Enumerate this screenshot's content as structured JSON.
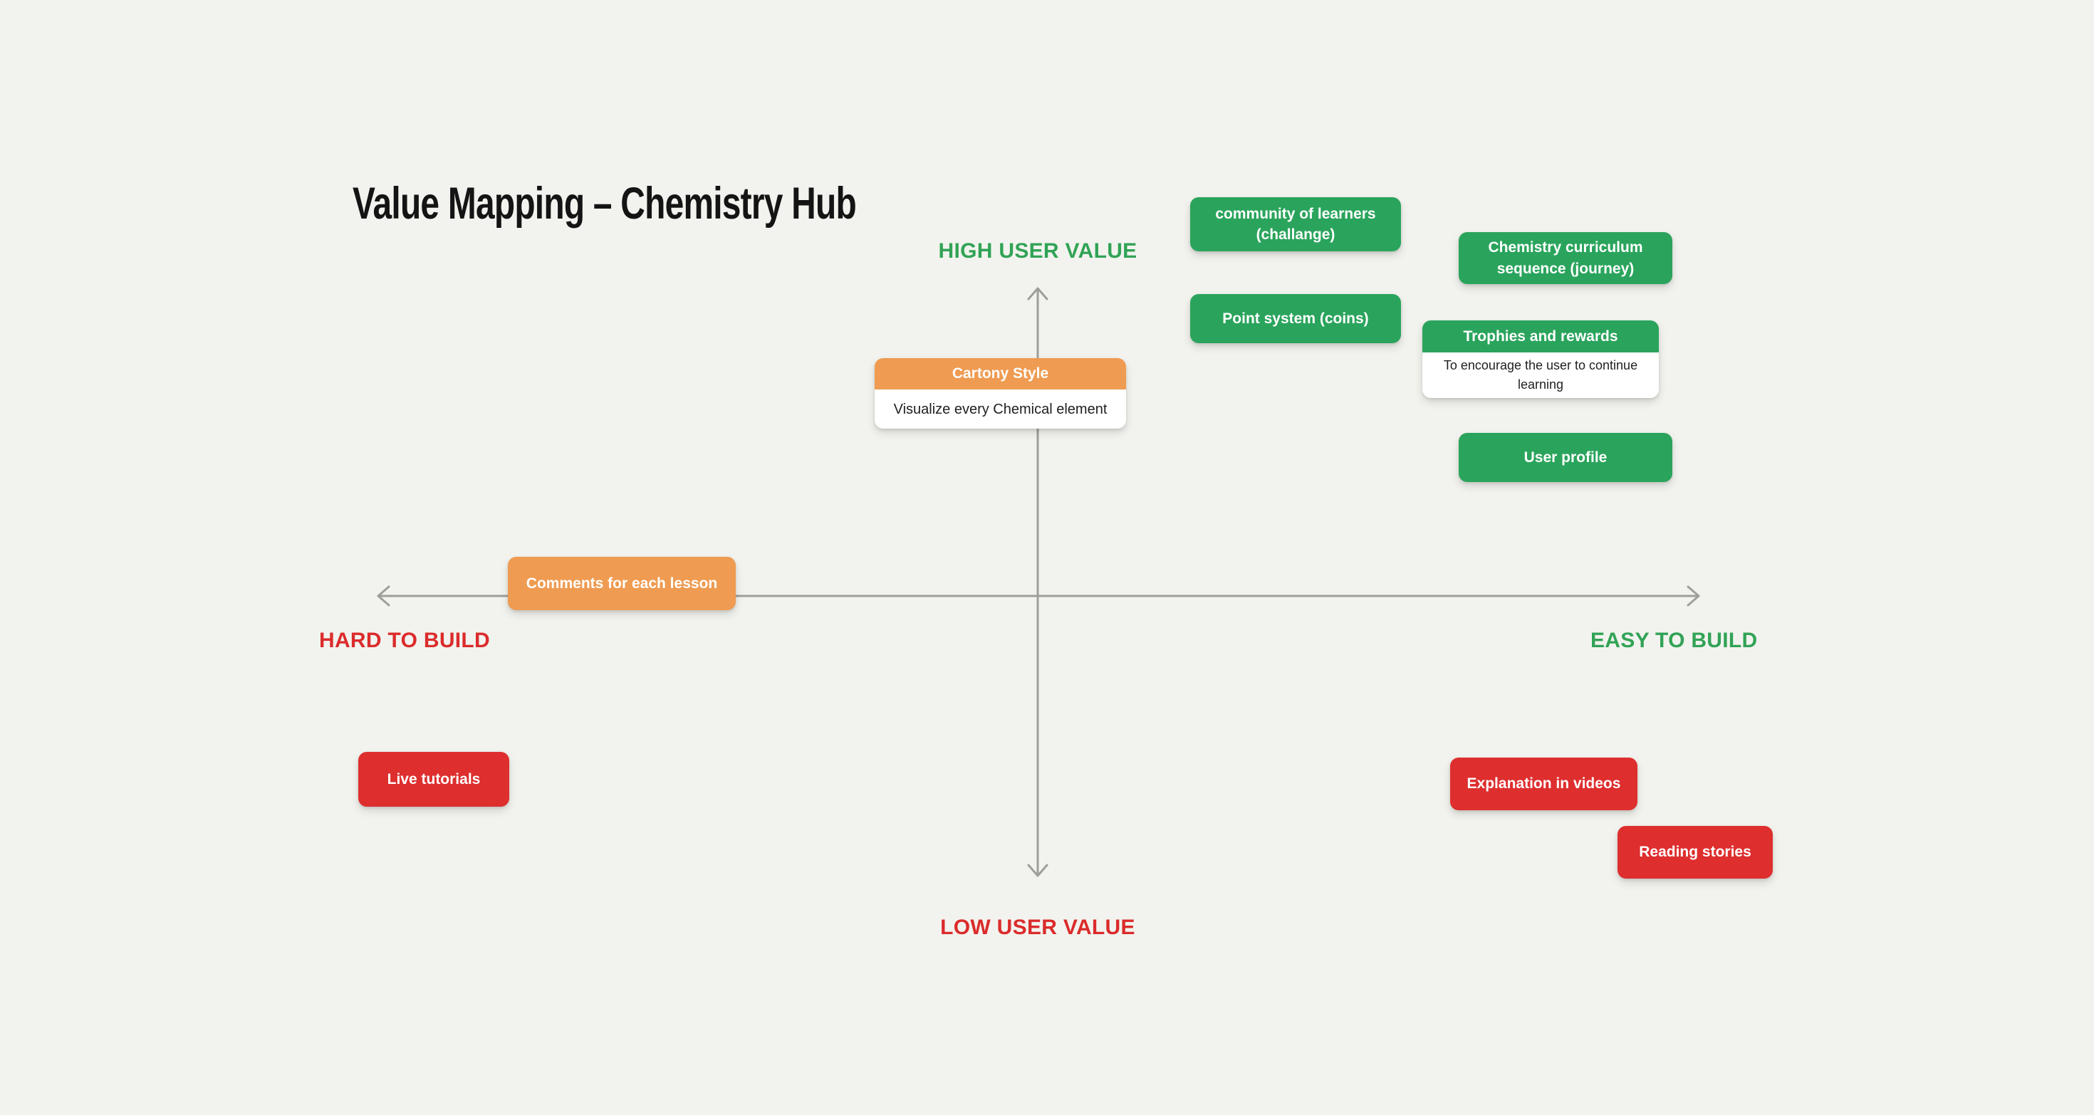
{
  "title": "Value Mapping – Chemistry Hub",
  "axis_labels": {
    "top": "HIGH USER VALUE",
    "bottom": "LOW USER VALUE",
    "left": "HARD TO BUILD",
    "right": "EASY TO BUILD"
  },
  "colors": {
    "background": "#F2F3EE",
    "card_green": "#2AA45C",
    "card_orange": "#EF9B51",
    "card_red": "#DE2E2E",
    "axis_line": "#9E9E9B",
    "label_green": "#31A356",
    "label_red": "#DB2B2B",
    "title_text": "#141414",
    "note_body_text": "#1F1F1F",
    "card_text": "#FFFFFF"
  },
  "cards": {
    "community": {
      "label": "community of learners\n(challange)"
    },
    "curriculum": {
      "label": "Chemistry curriculum\nsequence (journey)"
    },
    "points": {
      "label": "Point system (coins)"
    },
    "trophies": {
      "header": "Trophies and rewards",
      "note": "To encourage the user to continue\nlearning"
    },
    "user_profile": {
      "label": "User profile"
    },
    "cartony": {
      "header": "Cartony Style",
      "note": "Visualize every Chemical element"
    },
    "comments": {
      "label": "Comments for each lesson"
    },
    "live_tutorials": {
      "label": "Live tutorials"
    },
    "explanation_videos": {
      "label": "Explanation in videos"
    },
    "reading_stories": {
      "label": "Reading stories"
    }
  }
}
